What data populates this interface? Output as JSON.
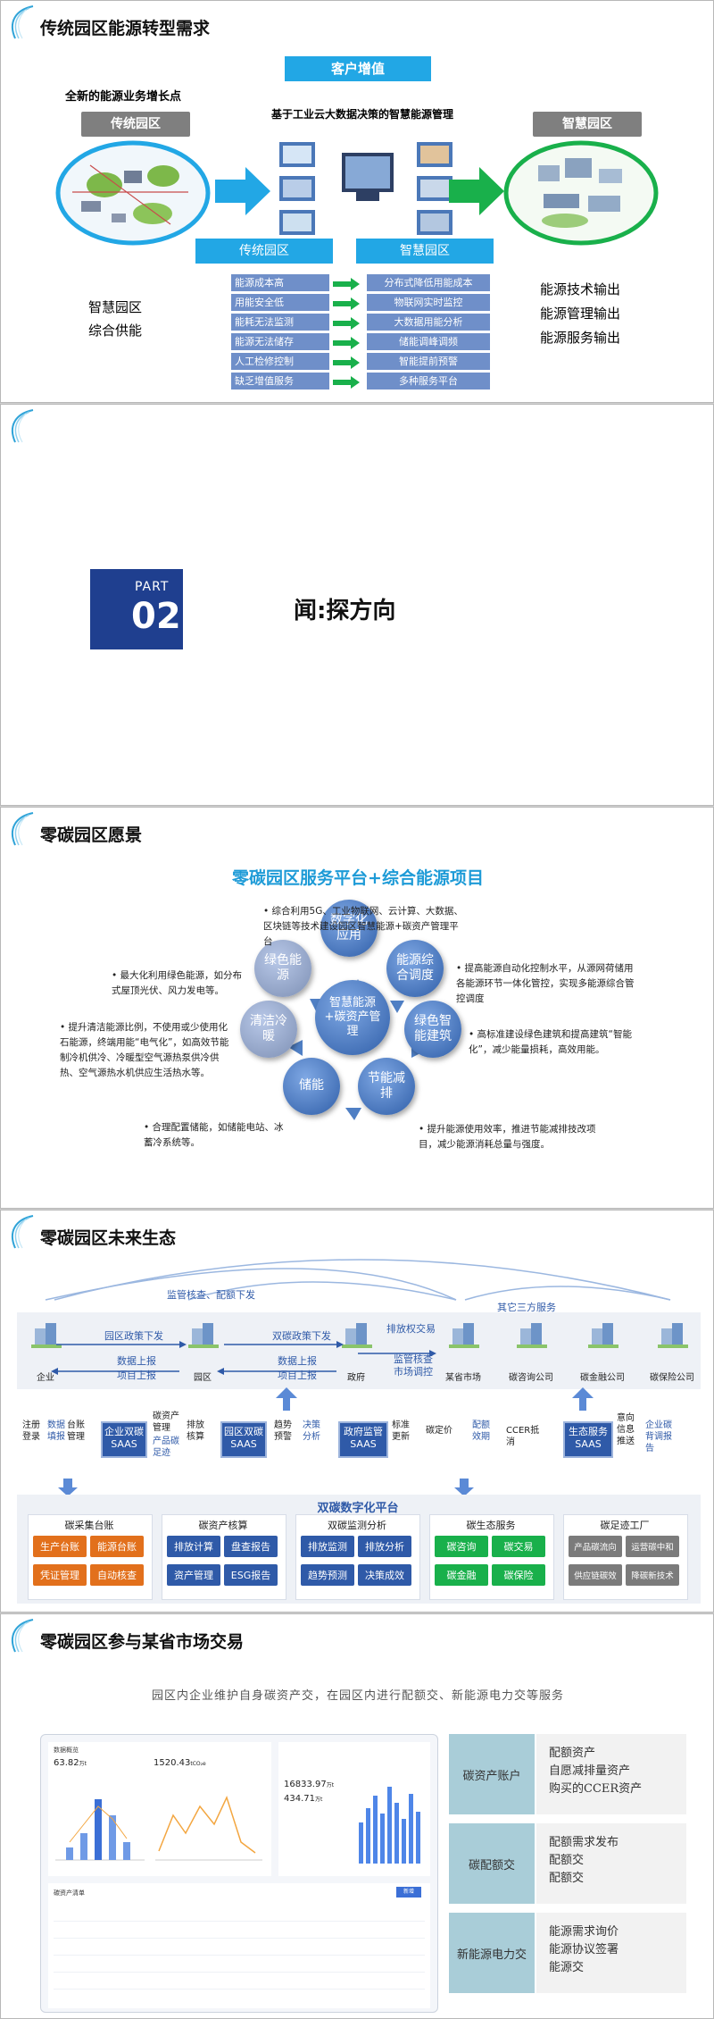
{
  "slide1": {
    "title": "传统园区能源转型需求",
    "customer_value": "客户增值",
    "new_growth": "全新的能源业务增长点",
    "traditional_park": "传统园区",
    "smart_park": "智慧园区",
    "smart_mgmt": "基于工业云大数据决策的智慧能源管理",
    "col_traditional": "传统园区",
    "col_smart": "智慧园区",
    "rows": [
      {
        "left": "能源成本高",
        "right": "分布式降低用能成本"
      },
      {
        "left": "用能安全低",
        "right": "物联网实时监控"
      },
      {
        "left": "能耗无法监测",
        "right": "大数据用能分析"
      },
      {
        "left": "能源无法储存",
        "right": "储能调峰调频"
      },
      {
        "left": "人工检修控制",
        "right": "智能提前预警"
      },
      {
        "left": "缺乏增值服务",
        "right": "多种服务平台"
      }
    ],
    "left_lines": [
      "智慧园区",
      "综合供能"
    ],
    "right_lines": [
      "能源技术输出",
      "能源管理输出",
      "能源服务输出"
    ]
  },
  "slide2": {
    "part": "PART",
    "number": "02",
    "heading": "闻:探方向"
  },
  "slide3": {
    "title": "零碳园区愿景",
    "subtitle": "零碳园区服务平台+综合能源项目",
    "center": "智慧能源+碳资产管理",
    "bubbles": [
      "数字化应用",
      "能源综合调度",
      "绿色智能建筑",
      "节能减排",
      "储能",
      "清洁冷暖",
      "绿色能源"
    ],
    "notes": {
      "top": "综合利用5G、工业物联网、云计算、大数据、区块链等技术建设园区智慧能源+碳资产管理平台",
      "right1": "提高能源自动化控制水平，从源网荷储用各能源环节一体化管控，实现多能源综合管控调度",
      "right2": "高标准建设绿色建筑和提高建筑“智能化”，减少能量损耗，高效用能。",
      "right3": "提升能源使用效率，推进节能减排技改项目，减少能源消耗总量与强度。",
      "left1": "最大化利用绿色能源，如分布式屋顶光伏、风力发电等。",
      "left2": "提升清洁能源比例，不使用或少使用化石能源，终端用能“电气化”，如高效节能制冷机供冷、冷暖型空气源热泵供冷供热、空气源热水机供应生活热水等。",
      "left3": "合理配置储能，如储能电站、冰蓄冷系统等。"
    }
  },
  "slide4": {
    "title": "零碳园区未来生态",
    "arc_top": "监管核查、配额下发",
    "arc_right": "其它三方服务",
    "park_policy": "园区政策下发",
    "dual_policy": "双碳政策下发",
    "report_up1": "数据上报",
    "project_up1": "项目上报",
    "report_up2": "数据上报",
    "project_up2": "项目上报",
    "emission_trade": "排放权交易",
    "supervise": "监管核查",
    "market_ctrl": "市场调控",
    "entities": [
      "企业",
      "园区",
      "政府",
      "某省市场",
      "碳咨询公司",
      "碳金融公司",
      "碳保险公司"
    ],
    "func_labels": [
      "注册登录",
      "数据填报",
      "台账管理",
      "碳资产管理",
      "产品碳足迹",
      "排放核算",
      "趋势预警",
      "决策分析",
      "标准更新",
      "碳定价",
      "配额效期",
      "CCER抵消",
      "意向信息推送",
      "企业碳背调报告"
    ],
    "saas": [
      "企业双碳SAAS",
      "园区双碳SAAS",
      "政府监管SAAS",
      "生态服务SAAS"
    ],
    "platform": "双碳数字化平台",
    "groups": [
      {
        "name": "碳采集台账",
        "items": [
          "生产台账",
          "能源台账",
          "凭证管理",
          "自动核查"
        ]
      },
      {
        "name": "碳资产核算",
        "items": [
          "排放计算",
          "盘查报告",
          "资产管理",
          "ESG报告"
        ]
      },
      {
        "name": "双碳监测分析",
        "items": [
          "排放监测",
          "排放分析",
          "趋势预测",
          "决策成效"
        ]
      },
      {
        "name": "碳生态服务",
        "items": [
          "碳咨询",
          "碳交易",
          "碳金融",
          "碳保险"
        ]
      },
      {
        "name": "碳足迹工厂",
        "items": [
          "产品碳流向",
          "运营碳中和",
          "供应链碳效",
          "降碳新技术"
        ]
      }
    ]
  },
  "slide5": {
    "title": "零碳园区参与某省市场交易",
    "subtitle": "园区内企业维护自身碳资产交，在园区内进行配额交、新能源电力交等服务",
    "dash": {
      "overview": "数据概览",
      "v1": "63.82",
      "v1_unit": "万t",
      "v2": "1520.43",
      "v2_unit": "tCO₂e",
      "v3": "16833.97",
      "v3_unit": "万t",
      "v4": "434.71",
      "v4_unit": "万t",
      "table_title": "碳资产清单",
      "btn": "新增"
    },
    "services": [
      {
        "name": "碳资产账户",
        "lines": [
          "配额资产",
          "自愿减排量资产",
          "购买的CCER资产"
        ]
      },
      {
        "name": "碳配额交",
        "lines": [
          "配额需求发布",
          "配额交",
          "配额交"
        ]
      },
      {
        "name": "新能源电力交",
        "lines": [
          "能源需求询价",
          "能源协议签署",
          "能源交"
        ]
      }
    ]
  },
  "colors": {
    "accent_blue": "#22a7e5",
    "deep_blue": "#2f5aa8",
    "green": "#19b04b",
    "orange": "#e2701c",
    "teal": "#a9cdd8"
  }
}
